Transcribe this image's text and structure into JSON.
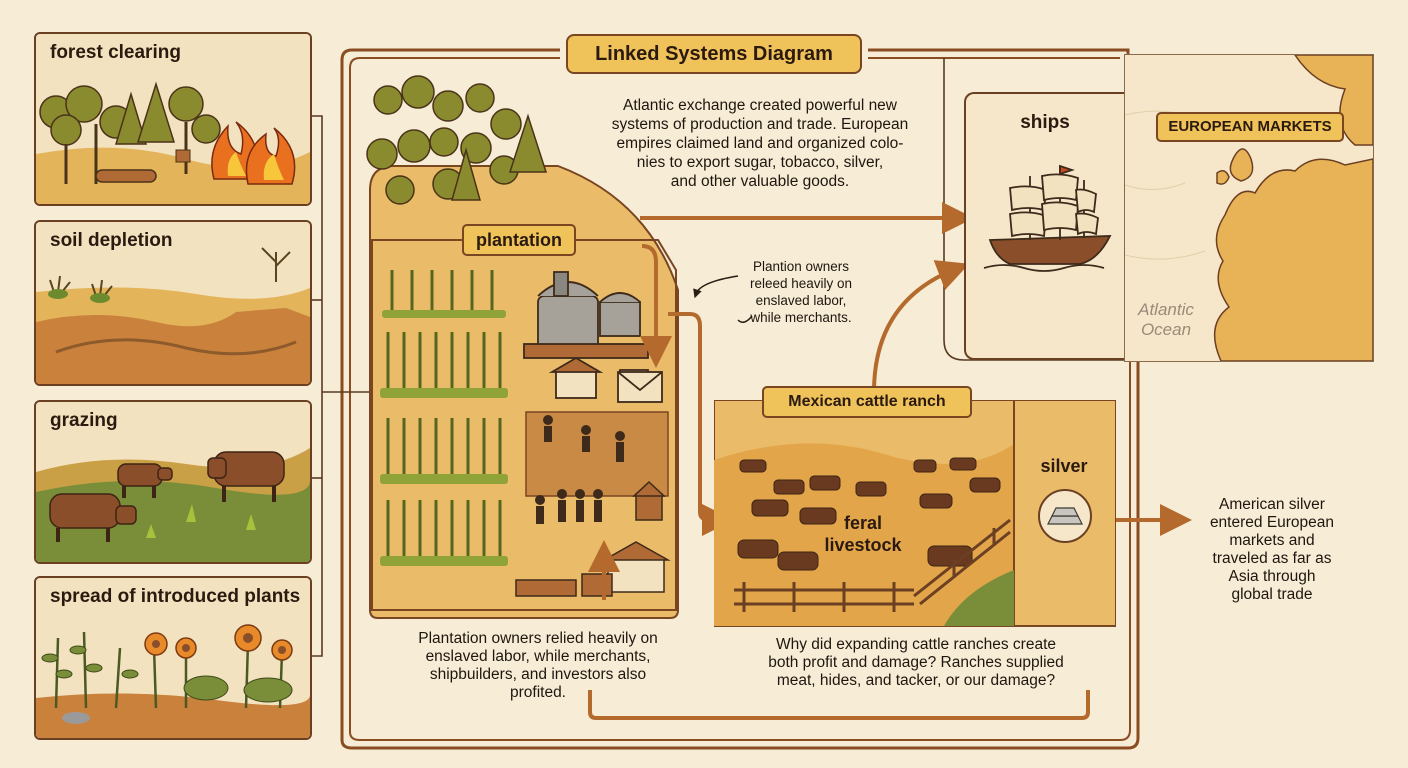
{
  "title": "Linked Systems Diagram",
  "panels": [
    {
      "label": "forest clearing"
    },
    {
      "label": "soil depletion"
    },
    {
      "label": "grazing"
    },
    {
      "label": "spread of introduced plants"
    }
  ],
  "nodes": {
    "plantation": "plantation",
    "ships": "ships",
    "european_markets": "EUROPEAN MARKETS",
    "ocean_line1": "Atlantic",
    "ocean_line2": "Ocean",
    "ranch": "Mexican cattle ranch",
    "feral_line1": "feral",
    "feral_line2": "livestock",
    "silver": "silver"
  },
  "texts": {
    "intro": [
      "Atlantic exchange created powerful new",
      "systems of production and trade. European",
      "empires claimed land and organized colo-",
      "nies to export sugar, tobacco, silver,",
      "and other valuable goods."
    ],
    "note": [
      "Plantion owners",
      "releed heavily on",
      "enslaved labor,",
      "while merchants."
    ],
    "plantation_caption": [
      "Plantation owners relied heavily on",
      "enslaved labor, while merchants,",
      "shipbuilders, and investors also",
      "profited."
    ],
    "ranch_caption": [
      "Why did expanding cattle ranches create",
      "both profit and damage? Ranches supplied",
      "meat, hides, and tacker, or our damage?"
    ],
    "silver_caption": [
      "American silver",
      "entered European",
      "markets and",
      "traveled as far as",
      "Asia through",
      "global trade"
    ]
  }
}
